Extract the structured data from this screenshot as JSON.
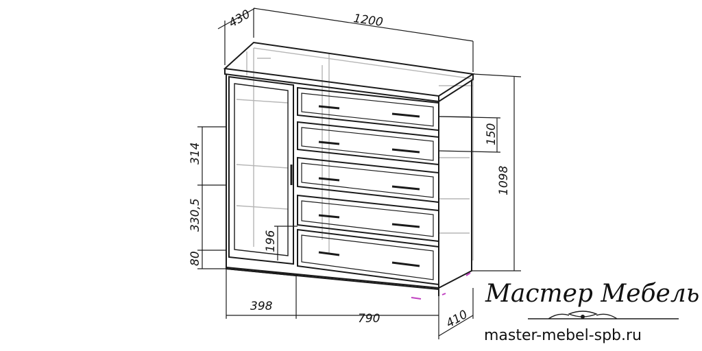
{
  "dimensions": {
    "depth": "430",
    "width": "1200",
    "height": "1098",
    "drawer_height": "150",
    "shelf_upper": "314",
    "shelf_lower": "330,5",
    "plinth": "80",
    "door_section_inner": "196",
    "door_section_width": "398",
    "drawer_section_width": "790",
    "bottom_depth": "410"
  },
  "brand": {
    "name": "Мастер Мебель",
    "url": "master-mebel-spb.ru"
  },
  "colors": {
    "line": "#1a1a1a",
    "hidden": "#b0b0b0",
    "accent": "#c040c0"
  }
}
